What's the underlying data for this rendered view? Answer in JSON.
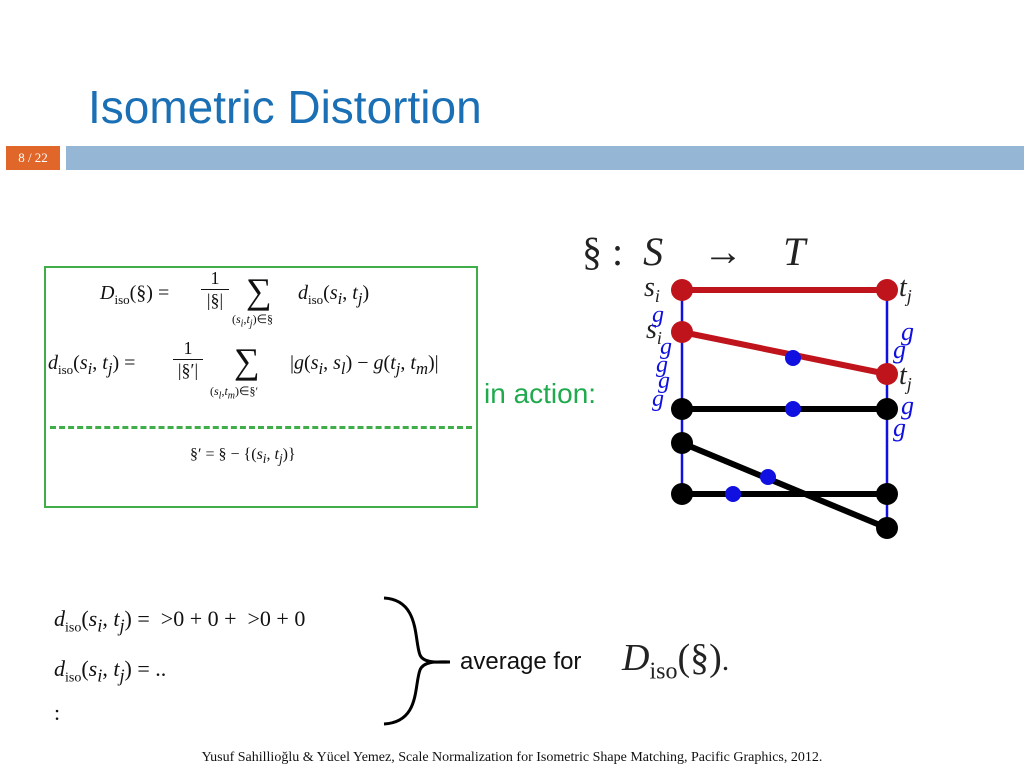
{
  "slide": {
    "title": "Isometric Distortion",
    "page": "8 / 22",
    "in_action": "in action:",
    "average_for": "average for",
    "period": ".",
    "footer": "Yusuf Sahillioğlu & Yücel Yemez, Scale Normalization for Isometric Shape Matching,  Pacific Graphics, 2012."
  },
  "formulas": {
    "D_iso": "D_iso(§) = 1/|§| Σ_(s_i,t_j)∈§ d_iso(s_i,t_j)",
    "d_iso": "d_iso(s_i,t_j) = 1/|§′| Σ_(s_l,t_m)∈§′ |g(s_i,s_l) − g(t_j,t_m)|",
    "s_prime": "§′ = § − {(s_i,t_j)}",
    "calc_line1": "d_iso(s_i,t_j) = >0 + 0 + >0 + 0",
    "calc_line2": "d_iso(s_i,t_j) = ..",
    "calc_line3": ":",
    "mapping": "§ :  S  →  T",
    "average_math": "D_iso(§)"
  },
  "diagram_labels": {
    "s_i": "s",
    "i": "i",
    "t_j": "t",
    "j": "j",
    "g": "g"
  },
  "colors": {
    "title": "#1a6fb5",
    "badge": "#e0662a",
    "bar": "#95b6d5",
    "green": "#3fae49",
    "red": "#c0141c",
    "blue": "#1010e0",
    "black": "#000000"
  }
}
